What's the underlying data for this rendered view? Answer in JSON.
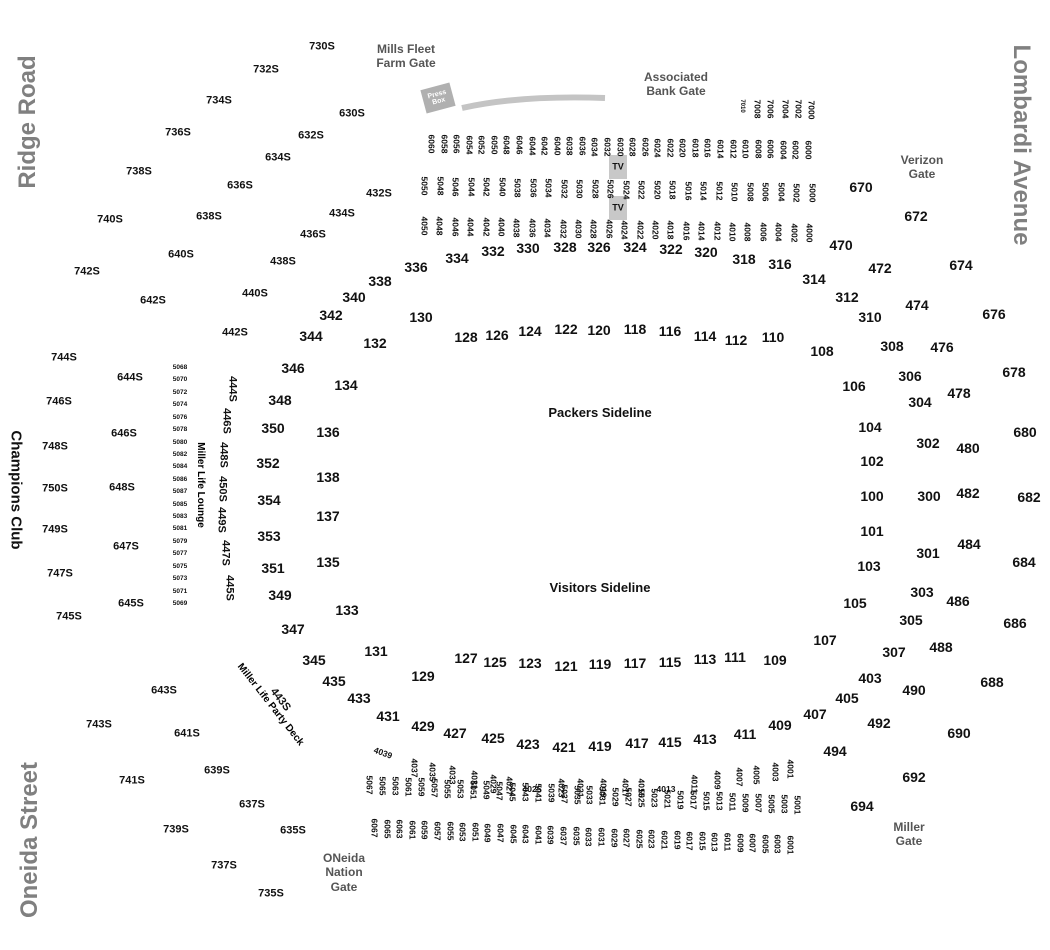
{
  "roads": {
    "ridge_road": "Ridge Road",
    "lombardi_avenue": "Lombardi Avenue",
    "champions_club": "Champions Club",
    "oneida_street": "Oneida Street"
  },
  "gates": {
    "mills_fleet_line1": "Mills Fleet",
    "mills_fleet_line2": "Farm Gate",
    "associated_bank_line1": "Associated",
    "associated_bank_line2": "Bank Gate",
    "verizon_line1": "Verizon",
    "verizon_line2": "Gate",
    "miller_line1": "Miller",
    "miller_line2": "Gate",
    "oneida_line1": "ONeida",
    "oneida_line2": "Nation",
    "oneida_line3": "Gate"
  },
  "field": {
    "packers_sideline": "Packers Sideline",
    "visitors_sideline": "Visitors Sideline"
  },
  "features": {
    "press_box_line1": "Press",
    "press_box_line2": "Box",
    "tv_label": "TV",
    "miller_life_lounge": "Miller Life Lounge",
    "miller_life_party_deck": "Miller Life Party Deck"
  },
  "sections": {
    "field_level_top": [
      "130",
      "128",
      "126",
      "124",
      "122",
      "120",
      "118",
      "116",
      "114",
      "112",
      "110",
      "108"
    ],
    "field_level_left": [
      "132",
      "134",
      "136",
      "138",
      "137",
      "135",
      "133",
      "131"
    ],
    "field_level_right": [
      "106",
      "104",
      "102",
      "100",
      "101",
      "103",
      "105",
      "107"
    ],
    "field_level_bottom": [
      "129",
      "127",
      "125",
      "123",
      "121",
      "119",
      "117",
      "115",
      "113",
      "111",
      "109"
    ],
    "lower_top": [
      "336",
      "334",
      "332",
      "330",
      "328",
      "326",
      "324",
      "322",
      "320",
      "318",
      "316",
      "314",
      "312",
      "310",
      "308",
      "306",
      "304",
      "302",
      "300",
      "301",
      "303",
      "305",
      "307"
    ],
    "lower_left": [
      "338",
      "340",
      "342",
      "344",
      "346",
      "348",
      "350",
      "352",
      "354",
      "353",
      "351",
      "349",
      "347",
      "345"
    ],
    "upper_bottom": [
      "435",
      "433",
      "431",
      "429",
      "427",
      "425",
      "423",
      "421",
      "419",
      "417",
      "415",
      "413",
      "411",
      "409",
      "407",
      "405",
      "403"
    ],
    "club_left": [
      "432S",
      "434S",
      "436S",
      "438S",
      "440S",
      "442S",
      "444S",
      "446S",
      "448S",
      "450S",
      "449S",
      "447S",
      "445S",
      "443S"
    ],
    "row_600s_left": [
      "630S",
      "632S",
      "634S",
      "636S",
      "638S",
      "640S",
      "642S",
      "644S",
      "646S",
      "648S",
      "647S",
      "645S",
      "643S",
      "641S",
      "639S",
      "637S",
      "635S"
    ],
    "row_700s_left": [
      "730S",
      "732S",
      "734S",
      "736S",
      "738S",
      "740S",
      "742S",
      "744S",
      "746S",
      "748S",
      "750S",
      "749S",
      "747S",
      "745S",
      "743S",
      "741S",
      "739S",
      "737S",
      "735S"
    ],
    "row_400s_right": [
      "470",
      "472",
      "474",
      "476",
      "478",
      "480",
      "482",
      "484",
      "486",
      "488",
      "490",
      "492",
      "494"
    ],
    "row_600s_right": [
      "670",
      "672",
      "674",
      "676",
      "678",
      "680",
      "682",
      "684",
      "686",
      "688",
      "690",
      "692",
      "694"
    ],
    "box_6000_top": [
      "6060",
      "6058",
      "6056",
      "6054",
      "6052",
      "6050",
      "6048",
      "6046",
      "6044",
      "6042",
      "6040",
      "6038",
      "6036",
      "6034",
      "6032",
      "6030",
      "6028",
      "6026",
      "6024",
      "6022",
      "6020",
      "6018",
      "6016",
      "6014",
      "6012",
      "6010",
      "6008",
      "6006",
      "6004",
      "6002",
      "6000"
    ],
    "box_7000_top": [
      "7010",
      "7008",
      "7006",
      "7004",
      "7002",
      "7000"
    ],
    "box_5000_top": [
      "5050",
      "5048",
      "5046",
      "5044",
      "5042",
      "5040",
      "5038",
      "5036",
      "5034",
      "5032",
      "5030",
      "5028",
      "5026",
      "5024",
      "5022",
      "5020",
      "5018",
      "5016",
      "5014",
      "5012",
      "5010",
      "5008",
      "5006",
      "5004",
      "5002",
      "5000"
    ],
    "box_4000_top": [
      "4050",
      "4048",
      "4046",
      "4044",
      "4042",
      "4040",
      "4038",
      "4036",
      "4034",
      "4032",
      "4030",
      "4028",
      "4026",
      "4024",
      "4022",
      "4020",
      "4018",
      "4016",
      "4014",
      "4012",
      "4010",
      "4008",
      "4006",
      "4004",
      "4002",
      "4000"
    ],
    "box_4000_bottom": [
      "4039",
      "4037",
      "4035",
      "4033",
      "4031",
      "4029",
      "4027",
      "4025",
      "4023",
      "4021",
      "4019",
      "4017",
      "4015",
      "4013",
      "4011",
      "4009",
      "4007",
      "4005",
      "4003",
      "4001"
    ],
    "box_5000_bottom": [
      "5067",
      "5065",
      "5063",
      "5061",
      "5059",
      "5057",
      "5055",
      "5053",
      "5051",
      "5049",
      "5047",
      "5045",
      "5043",
      "5041",
      "5039",
      "5037",
      "5035",
      "5033",
      "5031",
      "5029",
      "5027",
      "5025",
      "5023",
      "5021",
      "5019",
      "5017",
      "5015",
      "5013",
      "5011",
      "5009",
      "5007",
      "5005",
      "5003",
      "5001"
    ],
    "box_6000_bottom": [
      "6067",
      "6065",
      "6063",
      "6061",
      "6059",
      "6057",
      "6055",
      "6053",
      "6051",
      "6049",
      "6047",
      "6045",
      "6043",
      "6041",
      "6039",
      "6037",
      "6035",
      "6033",
      "6031",
      "6029",
      "6027",
      "6025",
      "6023",
      "6021",
      "6019",
      "6017",
      "6015",
      "6013",
      "6011",
      "6009",
      "6007",
      "6005",
      "6003",
      "6001"
    ],
    "lounge_left": [
      "5068",
      "5070",
      "5072",
      "5074",
      "5076",
      "5078",
      "5080",
      "5082",
      "5084",
      "5086",
      "5087",
      "5085",
      "5083",
      "5081",
      "5079",
      "5077",
      "5075",
      "5073",
      "5071",
      "5069"
    ]
  },
  "colors": {
    "road_text": "#808080",
    "gate_text": "#555555",
    "press_box_fill": "#b0b0b0",
    "tv_fill": "#c8c8c8"
  }
}
